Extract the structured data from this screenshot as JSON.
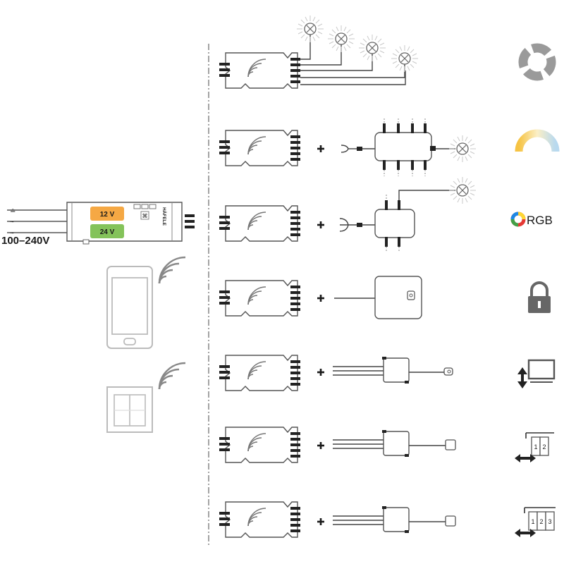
{
  "power_supply": {
    "voltage_input": "100–240V",
    "output_12v": "12 V",
    "output_24v": "24 V",
    "brand": "HÄFELE",
    "color_12v": "#f5a844",
    "color_24v": "#84c35a"
  },
  "right_icons": {
    "rgb_label": "RGB"
  },
  "switch_panels": {
    "two_panel": [
      "1",
      "2"
    ],
    "three_panel": [
      "1",
      "2",
      "3"
    ]
  },
  "rows": [
    {
      "accessory": "four-lamps",
      "icon": "dimmer-ring-icon"
    },
    {
      "accessory": "distributor-with-lamp",
      "icon": "tunable-white-icon"
    },
    {
      "accessory": "rgb-distributor-with-lamp",
      "icon": "rgb-icon"
    },
    {
      "accessory": "lock-module",
      "icon": "padlock-icon"
    },
    {
      "accessory": "sensor-module",
      "icon": "tv-lift-icon"
    },
    {
      "accessory": "door-sensor-module",
      "icon": "sliding-door-2-icon"
    },
    {
      "accessory": "door-sensor-module",
      "icon": "sliding-door-3-icon"
    }
  ]
}
